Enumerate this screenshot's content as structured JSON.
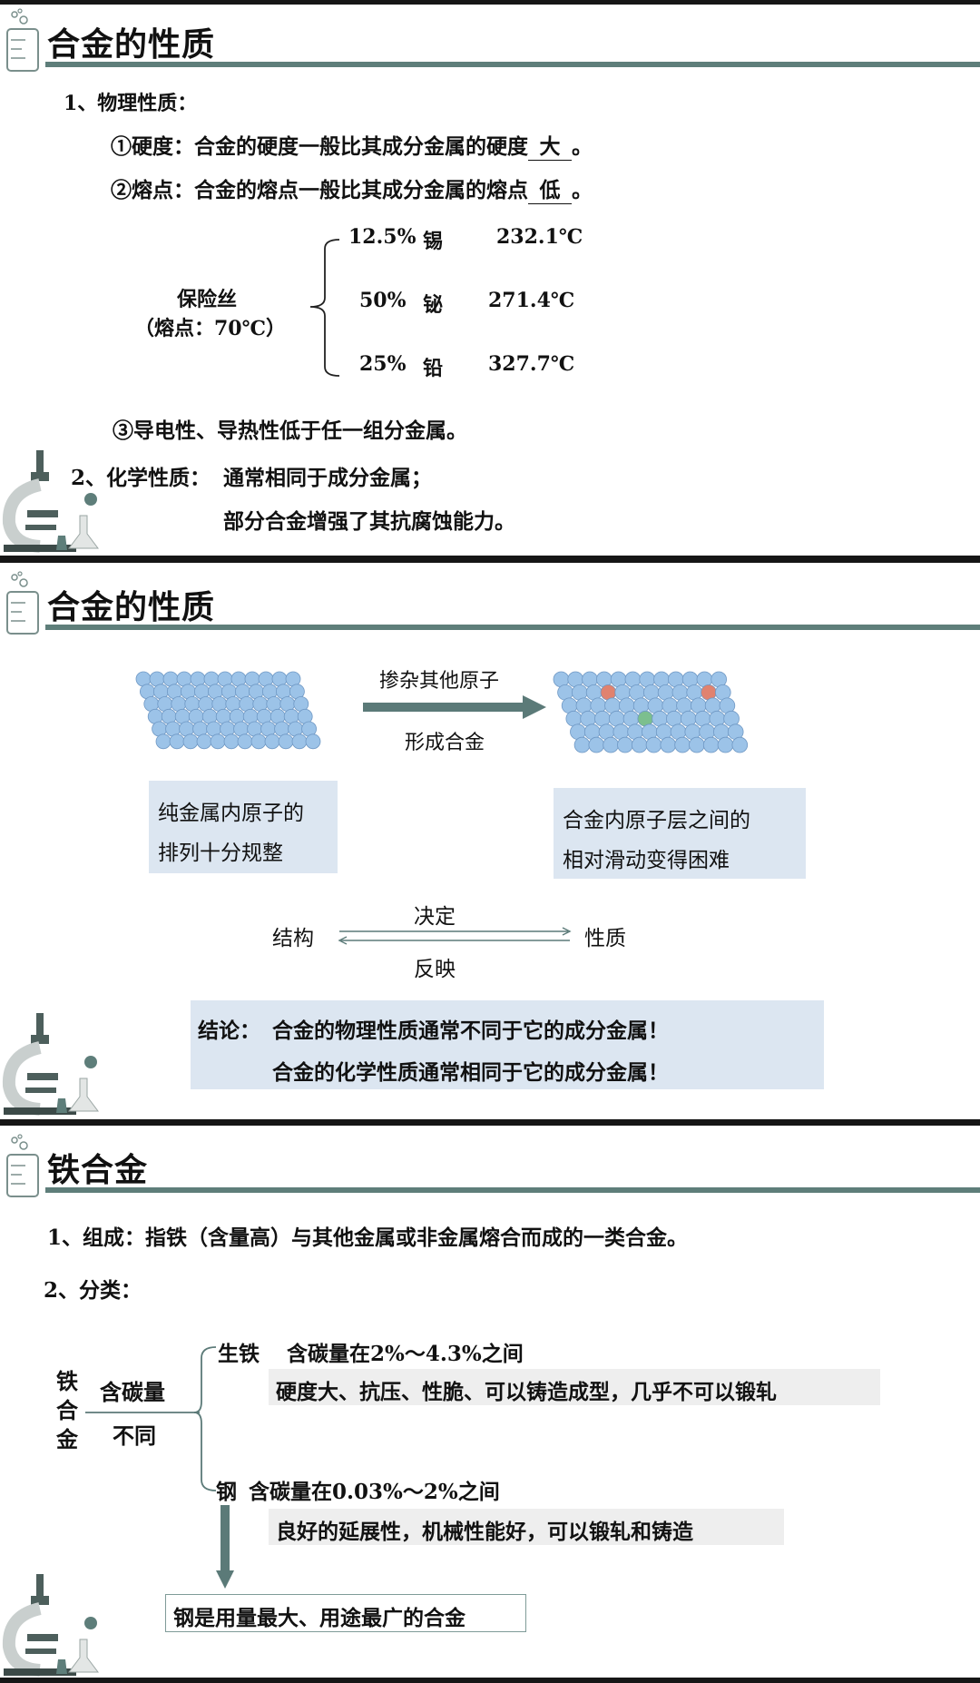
{
  "slide1": {
    "title": "合金的性质",
    "item1": "1、物理性质：",
    "hardness_pre": "①硬度：合金的硬度一般比其成分金属的硬度",
    "hardness_blank": "大",
    "hardness_post": "。",
    "melting_pre": "②熔点：合金的熔点一般比其成分金属的熔点",
    "melting_blank": "低",
    "melting_post": "。",
    "fuse_label": "保险丝",
    "fuse_mp": "（熔点：70℃）",
    "components": [
      {
        "percent": "12.5%",
        "metal": "锡",
        "mp": "232.1℃"
      },
      {
        "percent": "50%",
        "metal": "铋",
        "mp": "271.4℃"
      },
      {
        "percent": "25%",
        "metal": "铅",
        "mp": "327.7℃"
      }
    ],
    "conductivity": "③导电性、导热性低于任一组分金属。",
    "item2_label": "2、化学性质：",
    "item2_line1": "通常相同于成分金属；",
    "item2_line2": "部分合金增强了其抗腐蚀能力。"
  },
  "slide2": {
    "title": "合金的性质",
    "arrow_top": "掺杂其他原子",
    "arrow_bottom": "形成合金",
    "pure_box": [
      "纯金属内原子的",
      "排列十分规整"
    ],
    "alloy_box": [
      "合金内原子层之间的",
      "相对滑动变得困难"
    ],
    "structure": "结构",
    "property": "性质",
    "decide": "决定",
    "reflect": "反映",
    "conclusion_label": "结论：",
    "conclusion_1": "合金的物理性质通常不同于它的成分金属！",
    "conclusion_2": "合金的化学性质通常相同于它的成分金属！"
  },
  "slide3": {
    "title": "铁合金",
    "composition": "1、组成：指铁（含量高）与其他金属或非金属熔合而成的一类合金。",
    "classification": "2、分类：",
    "iron_alloy_chars": [
      "铁",
      "合",
      "金"
    ],
    "carbon_label": "含碳量",
    "carbon_diff": "不同",
    "pig_iron": "生铁",
    "pig_iron_carbon": "含碳量在2%～4.3%之间",
    "pig_iron_props": "硬度大、抗压、性脆、可以铸造成型，几乎不可以锻轧",
    "steel": "钢",
    "steel_carbon": "含碳量在0.03%～2%之间",
    "steel_props": "良好的延展性，机械性能好，可以锻轧和铸造",
    "steel_note": "钢是用量最大、用途最广的合金"
  },
  "colors": {
    "accent": "#5e7e7a",
    "box_fill": "#dce6f1",
    "atom_blue": "#9cc3e8",
    "atom_red": "#e0826f",
    "atom_green": "#7cbf8e"
  }
}
